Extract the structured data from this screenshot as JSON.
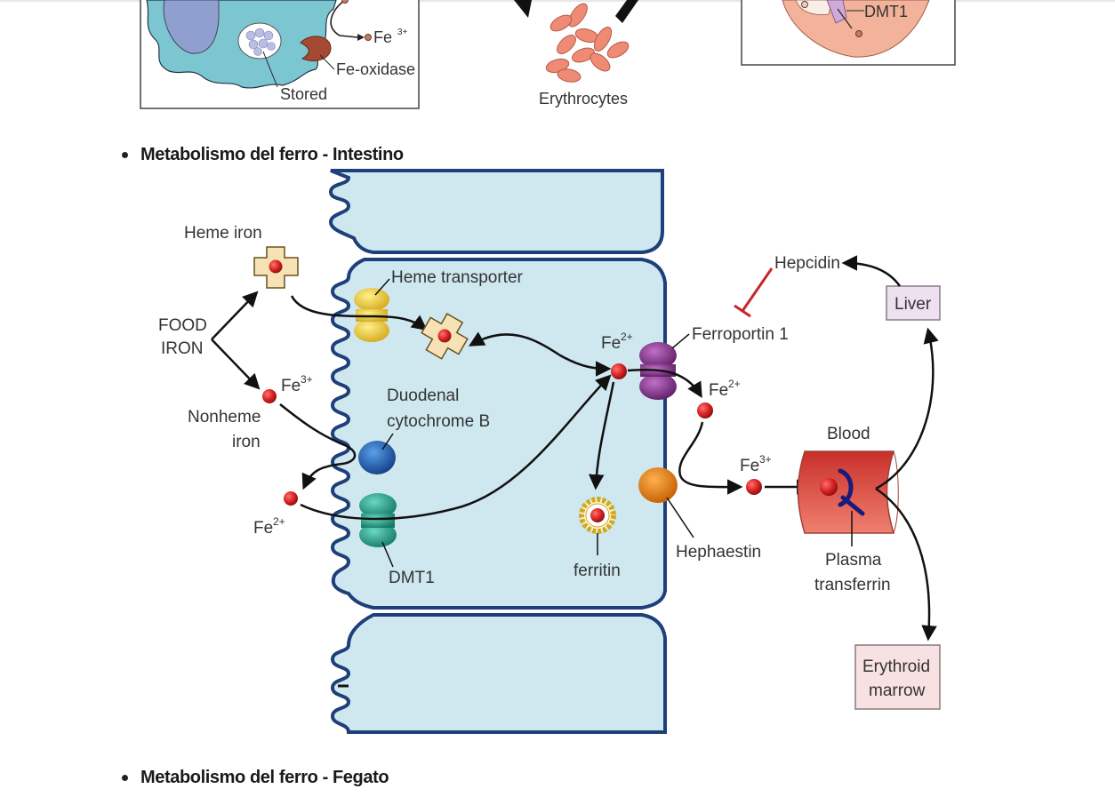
{
  "top_figure": {
    "left_panel": {
      "labels": {
        "fe3": "Fe",
        "fe3_sup": "3+",
        "fe_oxidase": "Fe-oxidase",
        "stored": "Stored"
      }
    },
    "center_panel": {
      "label": "Erythrocytes"
    },
    "right_panel": {
      "labels": {
        "dmt1": "DMT1"
      }
    }
  },
  "sections": [
    {
      "title": "Metabolismo del ferro - Intestino"
    },
    {
      "title": "Metabolismo del ferro - Fegato"
    }
  ],
  "intestine_figure": {
    "labels": {
      "heme_iron": "Heme iron",
      "food": "FOOD",
      "iron": "IRON",
      "heme_transporter": "Heme transporter",
      "fe3_nonheme": "Fe",
      "nonheme_1": "Nonheme",
      "nonheme_2": "iron",
      "duodenal_1": "Duodenal",
      "duodenal_2": "cytochrome B",
      "fe2_lumen": "Fe",
      "dmt1": "DMT1",
      "fe2_cell": "Fe",
      "ferroportin": "Ferroportin 1",
      "fe2_out": "Fe",
      "ferritin": "ferritin",
      "hephaestin": "Hephaestin",
      "fe3_blood": "Fe",
      "blood": "Blood",
      "plasma_1": "Plasma",
      "plasma_2": "transferrin",
      "hepcidin": "Hepcidin",
      "liver": "Liver",
      "erythroid_1": "Erythroid",
      "erythroid_2": "marrow",
      "sup2": "2+",
      "sup3": "3+"
    }
  },
  "colors": {
    "cell_fill": "#cfe8f0",
    "membrane": "#1f3f7a",
    "iron_red": "#d42020",
    "heme_fill": "#f6e2b4",
    "heme_transporter": "#e8c52e",
    "cytochrome_b": "#1d5fb0",
    "dmt1": "#22a08a",
    "ferroportin": "#8b2f8e",
    "hephaestin": "#e07a10",
    "vessel": "#e05a4e",
    "liver_box": "#ede0ef",
    "erythroid_box": "#f8e1e3",
    "hepcidin_inhibit": "#c8262a"
  }
}
